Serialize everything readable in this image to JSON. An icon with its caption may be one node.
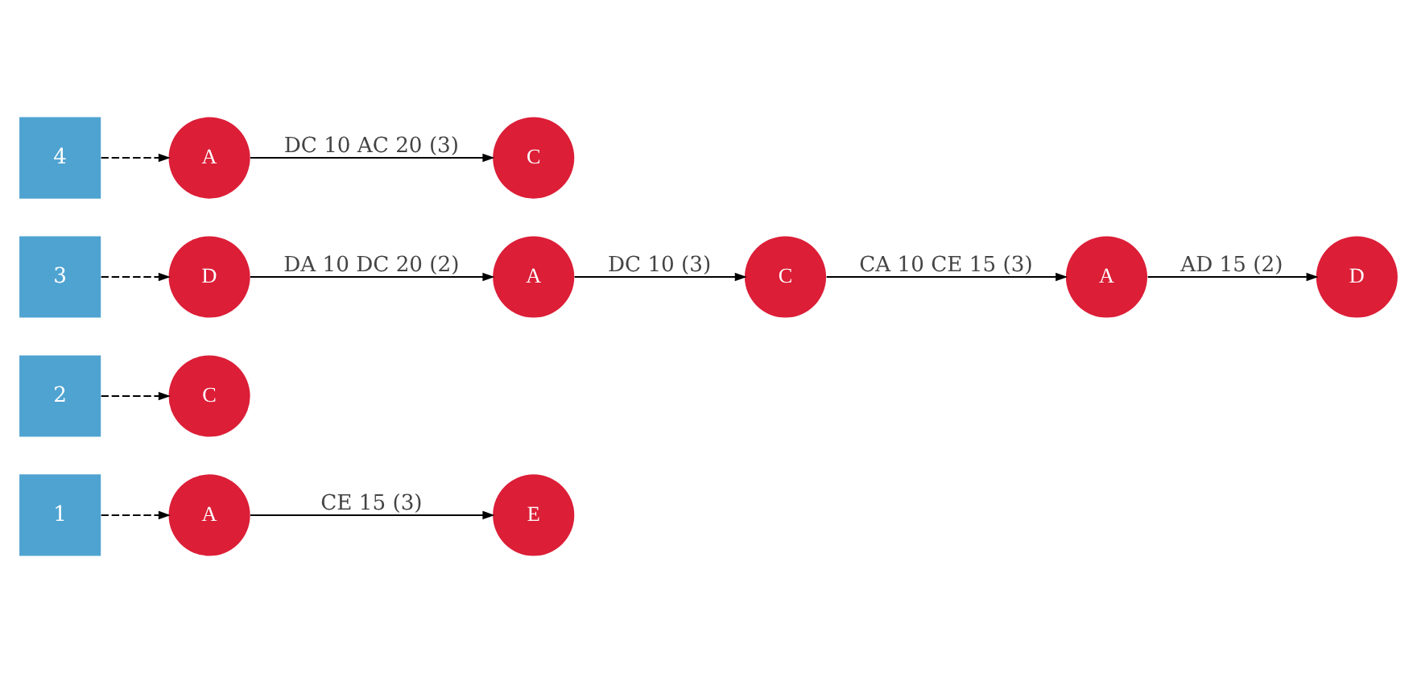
{
  "diagram": {
    "nodes": [
      {
        "text": [
          "1"
        ]
      },
      {
        "text": [
          "A"
        ]
      },
      {
        "text": [
          "E"
        ]
      },
      {
        "text": [
          "2"
        ]
      },
      {
        "text": [
          "C"
        ]
      },
      {
        "text": [
          "3"
        ]
      },
      {
        "text": [
          "D"
        ]
      },
      {
        "text": [
          "A"
        ]
      },
      {
        "text": [
          "C"
        ]
      },
      {
        "text": [
          "A"
        ]
      },
      {
        "text": [
          "D"
        ]
      },
      {
        "text": [
          "4"
        ]
      },
      {
        "text": [
          "A"
        ]
      },
      {
        "text": [
          "C"
        ]
      }
    ],
    "edges": [
      {
        "from": 0,
        "to": 1,
        "arrow": "to",
        "style": "dashed"
      },
      {
        "from": 1,
        "to": 2,
        "arrow": "to",
        "label": "CE 15 (3)"
      },
      {
        "from": 3,
        "to": 4,
        "arrow": "to",
        "style": "dashed"
      },
      {
        "from": 5,
        "to": 6,
        "arrow": "to",
        "style": "dashed"
      },
      {
        "from": 6,
        "to": 7,
        "arrow": "to",
        "label": "DA 10 DC 20 (2)"
      },
      {
        "from": 7,
        "to": 8,
        "arrow": "to",
        "label": "DC 10 (3)"
      },
      {
        "from": 8,
        "to": 9,
        "arrow": "to",
        "label": "CA 10 CE 15 (3)"
      },
      {
        "from": 9,
        "to": 10,
        "arrow": "to",
        "label": "AD 15 (2)"
      },
      {
        "from": 11,
        "to": 12,
        "arrow": "to",
        "style": "dashed"
      },
      {
        "from": 12,
        "to": 13,
        "arrow": "to",
        "label": "DC 10 AC 20 (3)"
      }
    ]
  }
}
